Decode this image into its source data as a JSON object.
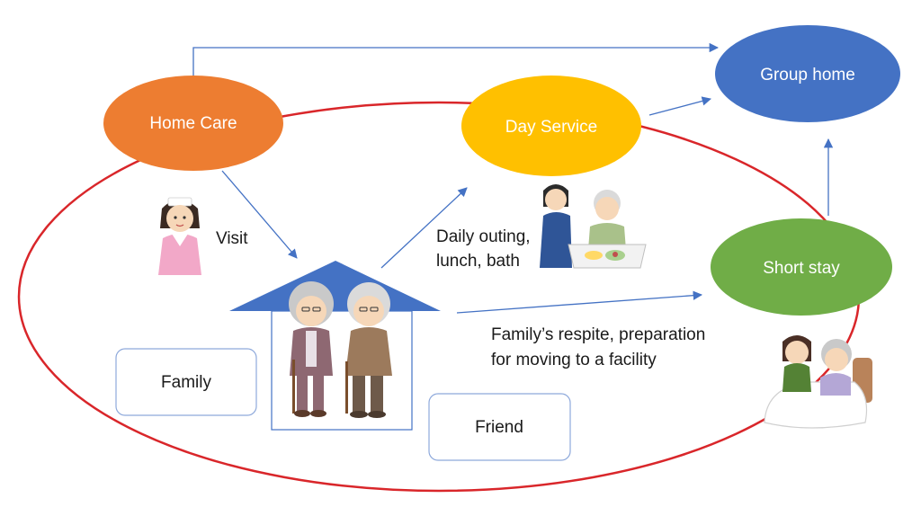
{
  "nodes": {
    "home_care": "Home Care",
    "day_service": "Day Service",
    "group_home": "Group home",
    "short_stay": "Short stay"
  },
  "annotations": {
    "visit": "Visit",
    "daily_line1": "Daily outing,",
    "daily_line2": "lunch, bath",
    "respite_line1": "Family’s respite, preparation",
    "respite_line2": "for moving to a facility"
  },
  "boxes": {
    "family": "Family",
    "friend": "Friend"
  },
  "icons": {
    "nurse": "nurse-icon",
    "elderly_couple": "elderly-couple-icon",
    "caregiver_feeding": "caregiver-feeding-icon",
    "caregiver_bedside": "caregiver-bedside-icon",
    "house": "house-icon"
  },
  "colors": {
    "home_care": "#ED7D31",
    "day_service": "#FFC000",
    "group_home": "#4472C4",
    "short_stay": "#70AD47",
    "community_ring": "#D9262A",
    "arrow": "#4472C4",
    "house_roof": "#4472C4"
  }
}
